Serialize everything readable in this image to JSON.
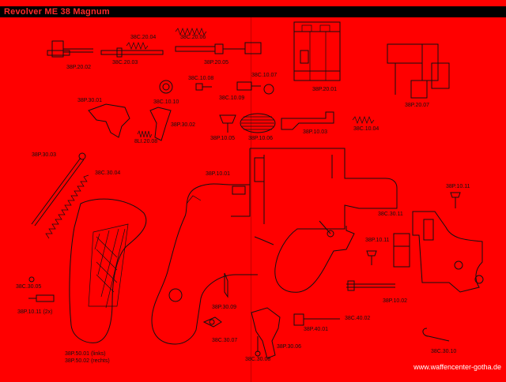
{
  "title": "Revolver ME 38 Magnum",
  "website": "www.waffencenter-gotha.de",
  "colors": {
    "background": "#ff0000",
    "line": "#111111",
    "title_bar": "#000000"
  },
  "part_labels": [
    "38C.20.04",
    "38C.20.06",
    "38P.20.02",
    "38C.20.03",
    "38P.20.05",
    "38P.20.01",
    "38P.20.07",
    "38C.10.08",
    "38C.10.07",
    "38C.10.10",
    "38C.10.09",
    "38P.30.01",
    "38P.30.02",
    "38P.10.05",
    "38P.10.06",
    "38P.10.03",
    "38C.10.04",
    "8LI.20.08",
    "38P.30.03",
    "38C.30.04",
    "38P.10.01",
    "38P.10.11",
    "38C.30.11",
    "38P.10.11",
    "38C.30.05",
    "38P.10.11 (2x)",
    "38P.30.09",
    "38C.30.07",
    "38P.40.01",
    "38C.40.02",
    "38P.10.02",
    "38P.30.06",
    "38C.30.08",
    "38P.50.01 (links)",
    "38P.50.02 (rechts)",
    "38C.30.10"
  ]
}
